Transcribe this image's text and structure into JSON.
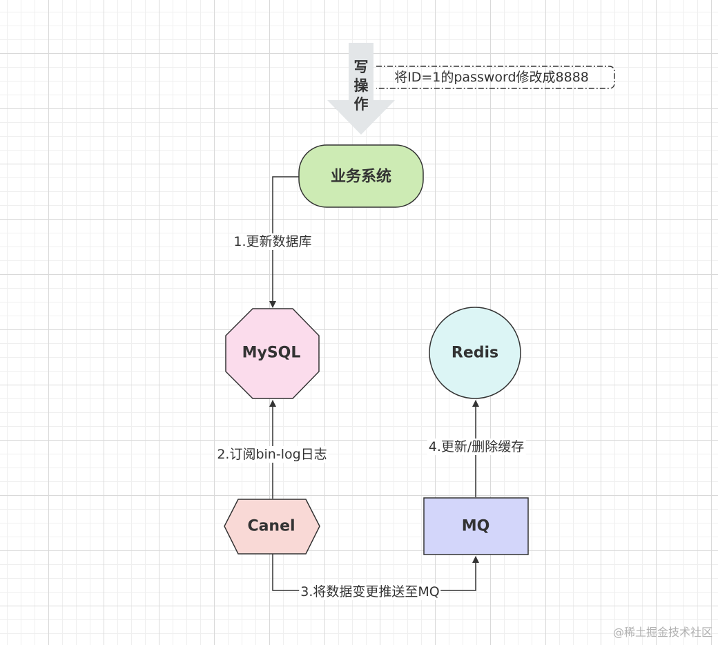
{
  "write_operation": {
    "label_chars": [
      "写",
      "操",
      "作"
    ],
    "note": "将ID=1的password修改成8888"
  },
  "nodes": {
    "business_system": {
      "label": "业务系统",
      "fill": "#cdebb4"
    },
    "mysql": {
      "label": "MySQL",
      "fill": "#fbdcec"
    },
    "redis": {
      "label": "Redis",
      "fill": "#dcf5f5"
    },
    "canel": {
      "label": "Canel",
      "fill": "#f9d9d6"
    },
    "mq": {
      "label": "MQ",
      "fill": "#d3d6fa"
    }
  },
  "edges": {
    "update_db": "1.更新数据库",
    "subscribe_binlog": "2.订阅bin-log日志",
    "push_to_mq": "3.将数据变更推送至MQ",
    "update_cache": "4.更新/删除缓存"
  },
  "colors": {
    "stroke": "#333333",
    "arrow_band": "#e3e6e8"
  },
  "watermark": "@稀土掘金技术社区"
}
